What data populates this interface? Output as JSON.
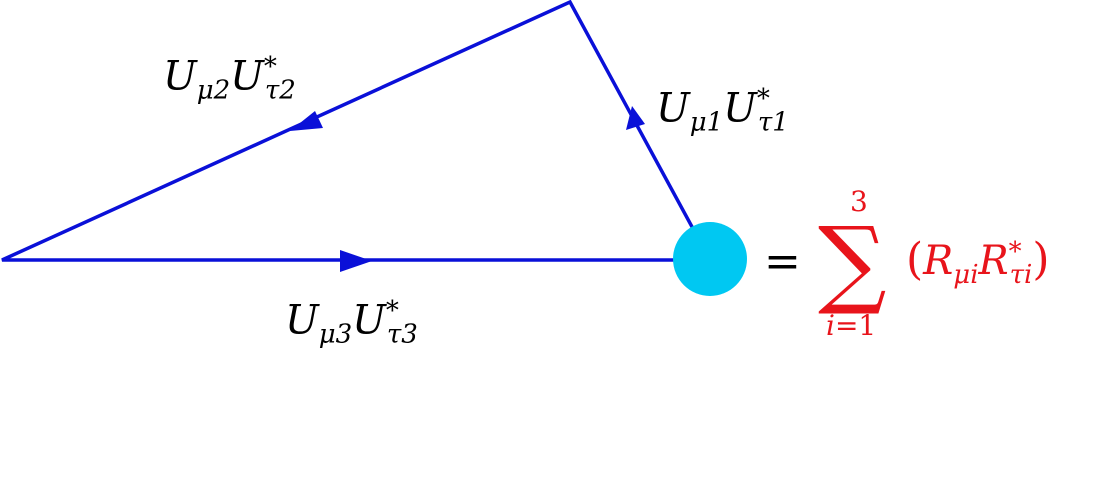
{
  "colors": {
    "edge": "#0a10d8",
    "vertex": "#00c8f2",
    "formula": "#e8141b",
    "text": "#000000"
  },
  "edges": {
    "top": {
      "main": "U",
      "sub1": "μ2",
      "main2": "U",
      "sup": "*",
      "sub2": "τ2"
    },
    "right": {
      "main": "U",
      "sub1": "μ1",
      "main2": "U",
      "sup": "*",
      "sub2": "τ1"
    },
    "bottom": {
      "main": "U",
      "sub1": "μ3",
      "main2": "U",
      "sup": "*",
      "sub2": "τ3"
    }
  },
  "formula": {
    "equals": "=",
    "sum_symbol": "∑",
    "upper": "3",
    "lower_var": "i",
    "lower_eq": "=1",
    "open_paren": "(",
    "r1": "R",
    "r1_sub": "μi",
    "r2": "R",
    "r2_sup": "*",
    "r2_sub": "τi",
    "close_paren": ")"
  }
}
